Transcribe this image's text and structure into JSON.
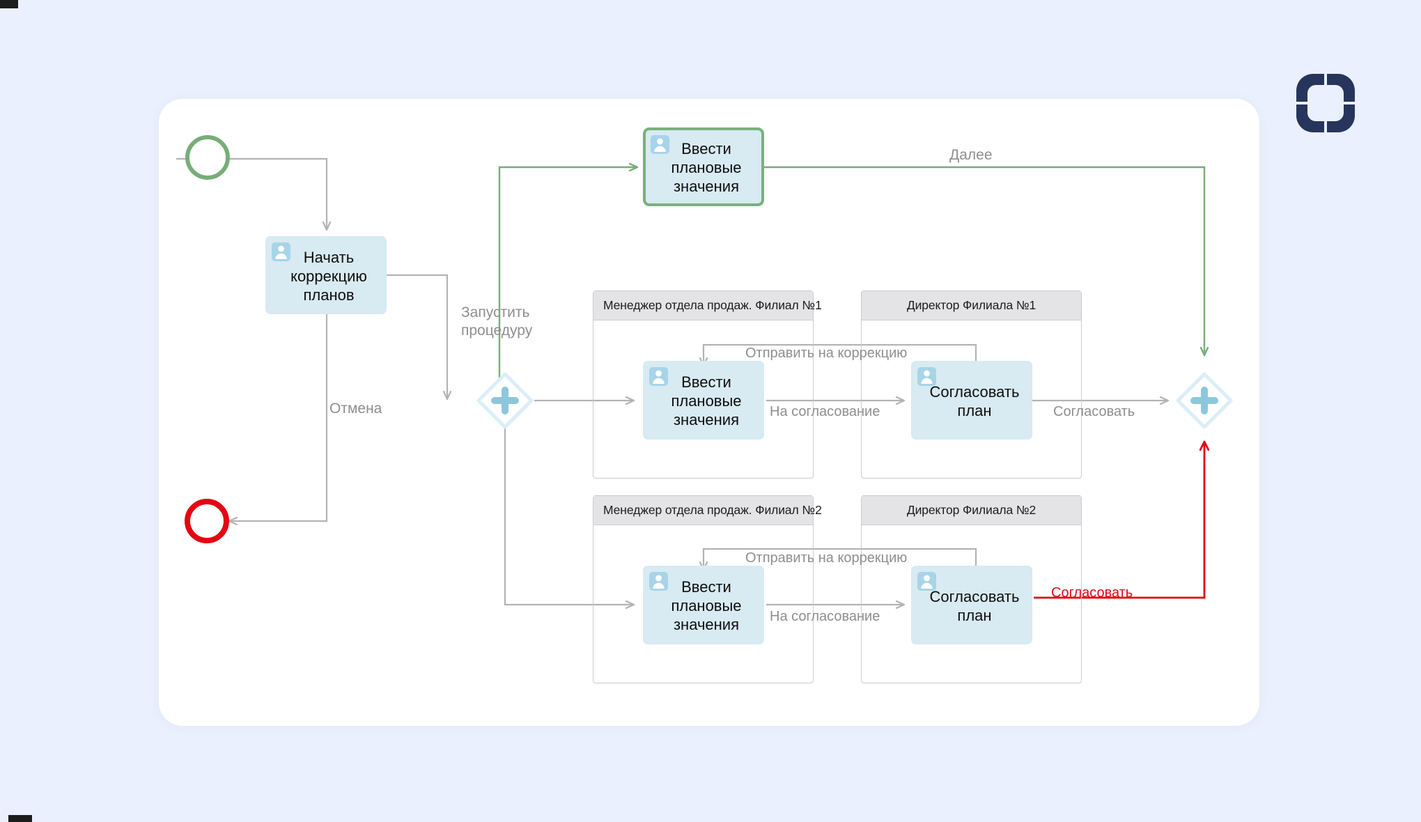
{
  "page": {
    "background_color": "#eaf0fd",
    "canvas_color": "#ffffff"
  },
  "brand": {
    "logo_name": "rounded-square-split-ring-logo",
    "logo_color": "#27355c"
  },
  "palette": {
    "task_fill": "#d8eaf2",
    "task_icon": "#a8d4e8",
    "highlight_green": "#7bb07e",
    "start_event_green": "#77ad78",
    "end_event_red": "#e30613",
    "gateway_border": "#dbeef7",
    "gateway_plus": "#8dc7dd",
    "edge_grey": "#b3b3b3",
    "label_grey": "#8e8e8e",
    "lane_header_fill": "#e4e4e6",
    "lane_border": "#cccccc"
  },
  "diagram": {
    "type": "bpmn-process-flow",
    "title": "",
    "events": [
      {
        "id": "start",
        "name": "start-event",
        "kind": "start",
        "label": ""
      },
      {
        "id": "end",
        "name": "end-event",
        "kind": "end",
        "label": ""
      }
    ],
    "gateways": [
      {
        "id": "gw-split",
        "name": "parallel-gateway-split",
        "symbol": "+"
      },
      {
        "id": "gw-join",
        "name": "parallel-gateway-join",
        "symbol": "+"
      }
    ],
    "tasks": [
      {
        "id": "task-top",
        "name": "task-enter-plan-values-top",
        "label": "Ввести\nплановые\nзначения",
        "highlighted": true,
        "icon": "user-task-icon"
      },
      {
        "id": "task-start-correction",
        "name": "task-start-plan-correction",
        "label": "Начать\nкоррекцию\nпланов",
        "highlighted": false,
        "icon": "user-task-icon"
      },
      {
        "id": "task-enter-1",
        "name": "task-enter-plan-values-lane1",
        "label": "Ввести\nплановые\nзначения",
        "highlighted": false,
        "icon": "user-task-icon"
      },
      {
        "id": "task-approve-1",
        "name": "task-approve-plan-lane1",
        "label": "Согласовать\nплан",
        "highlighted": false,
        "icon": "user-task-icon"
      },
      {
        "id": "task-enter-2",
        "name": "task-enter-plan-values-lane2",
        "label": "Ввести\nплановые\nзначения",
        "highlighted": false,
        "icon": "user-task-icon"
      },
      {
        "id": "task-approve-2",
        "name": "task-approve-plan-lane2",
        "label": "Согласовать\nплан",
        "highlighted": false,
        "icon": "user-task-icon"
      }
    ],
    "lanes": [
      {
        "id": "lane-mgr-1",
        "name": "lane-sales-manager-branch-1",
        "title": "Менеджер отдела продаж. Филиал №1",
        "align": "left"
      },
      {
        "id": "lane-dir-1",
        "name": "lane-director-branch-1",
        "title": "Директор Филиала №1",
        "align": "center"
      },
      {
        "id": "lane-mgr-2",
        "name": "lane-sales-manager-branch-2",
        "title": "Менеджер отдела продаж. Филиал №2",
        "align": "left"
      },
      {
        "id": "lane-dir-2",
        "name": "lane-director-branch-2",
        "title": "Директор Филиала №2",
        "align": "center"
      }
    ],
    "edge_labels": {
      "dalee": "Далее",
      "zapustit_proceduru": "Запустить\nпроцедуру",
      "otmena": "Отмена",
      "otpravit_na_korrekciyu_1": "Отправить на коррекцию",
      "na_soglasovanie_1": "На согласование",
      "soglasovat_1": "Согласовать",
      "otpravit_na_korrekciyu_2": "Отправить на коррекцию",
      "na_soglasovanie_2": "На согласование",
      "soglasovat_2": "Согласовать"
    }
  }
}
